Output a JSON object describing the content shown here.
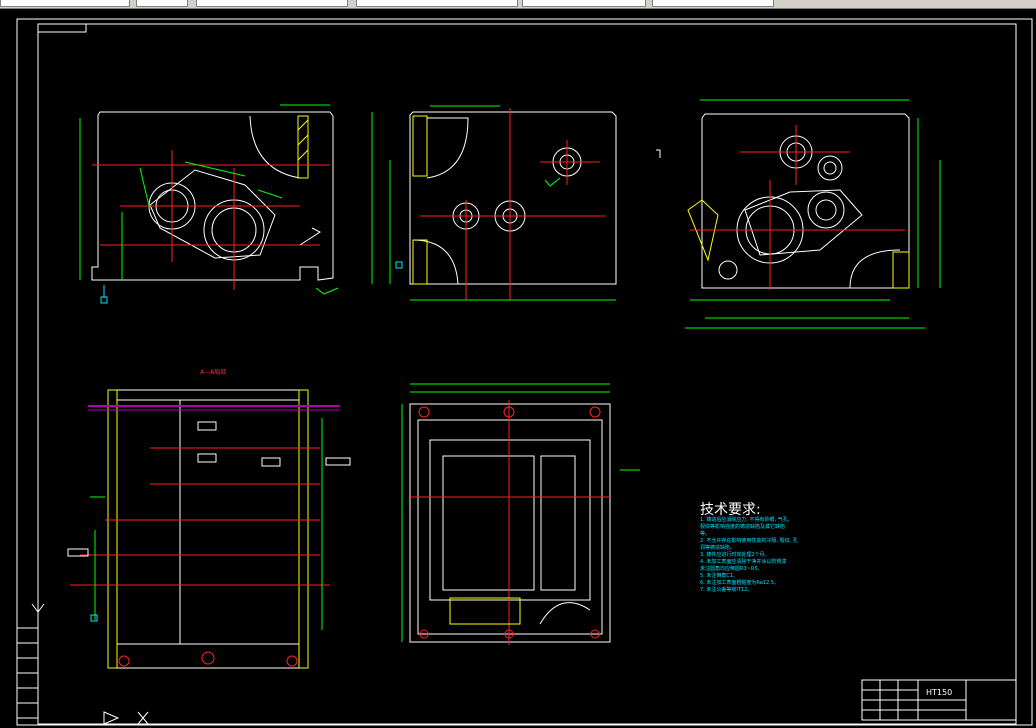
{
  "toolbar": {
    "fields": [
      "",
      "",
      "",
      "",
      "",
      ""
    ]
  },
  "drawing": {
    "section_label": "A—A局部",
    "material": "HT150",
    "tech_requirements": {
      "title": "技术要求:",
      "lines": [
        "1. 铸造后应消除应力, 不得有砂眼, 气孔,",
        "   裂纹等影响强度的铸造缺陷及其它缺陷",
        "   等。",
        "2. 不允许存在影响使用性能的冷隔, 裂纹, 孔",
        "   洞等铸造缺陷。",
        "3. 铸件应进行时效处理2个月。",
        "4. 未加工表面应清除干净并涂以防锈漆",
        "   未注圆角均应倒圆R3~R5。",
        "5. 未注倒角C1。",
        "6. 未注加工表面粗糙度为Ra12.5。",
        "7. 未注公差等级IT12。"
      ]
    }
  },
  "colors": {
    "outline": "#ffffff",
    "dimension": "#00ff00",
    "center": "#ff2020",
    "annotation": "#00e5ff",
    "hatch": "#ffff00",
    "cut": "#b000b0"
  }
}
